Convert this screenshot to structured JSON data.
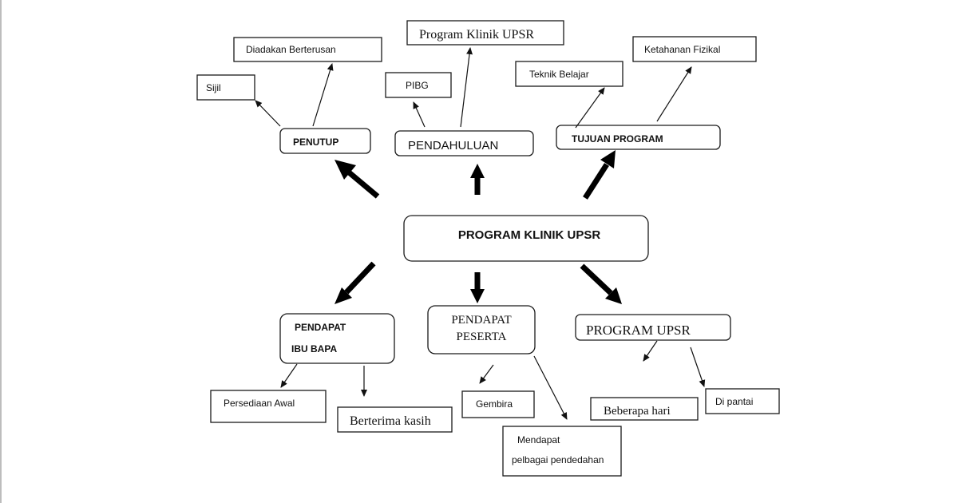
{
  "diagram": {
    "title": "Program Klinik UPSR mind map",
    "colors": {
      "stroke": "#1a1a1a",
      "text": "#111111",
      "background": "#ffffff",
      "page_rule": "#bdbdbd"
    },
    "center": {
      "label": "PROGRAM KLINIK UPSR"
    },
    "branches": {
      "penutup": {
        "label": "PENUTUP",
        "children": [
          "Sijil",
          "Diadakan Berterusan"
        ]
      },
      "pendahuluan": {
        "label": "PENDAHULUAN",
        "children": [
          "PIBG",
          "Program Klinik UPSR"
        ]
      },
      "tujuan": {
        "label": "TUJUAN PROGRAM",
        "children": [
          "Teknik Belajar",
          "Ketahanan Fizikal"
        ]
      },
      "ibubapa": {
        "label_line1": "PENDAPAT",
        "label_line2": "IBU BAPA",
        "children": [
          "Persediaan Awal",
          "Berterima kasih"
        ]
      },
      "peserta": {
        "label_line1": "PENDAPAT",
        "label_line2": "PESERTA",
        "children": [
          "Gembira"
        ],
        "child_multiline": {
          "line1": "Mendapat",
          "line2": "pelbagai pendedahan"
        }
      },
      "upsr": {
        "label": "PROGRAM UPSR",
        "children": [
          "Beberapa hari",
          "Di pantai"
        ]
      }
    }
  }
}
